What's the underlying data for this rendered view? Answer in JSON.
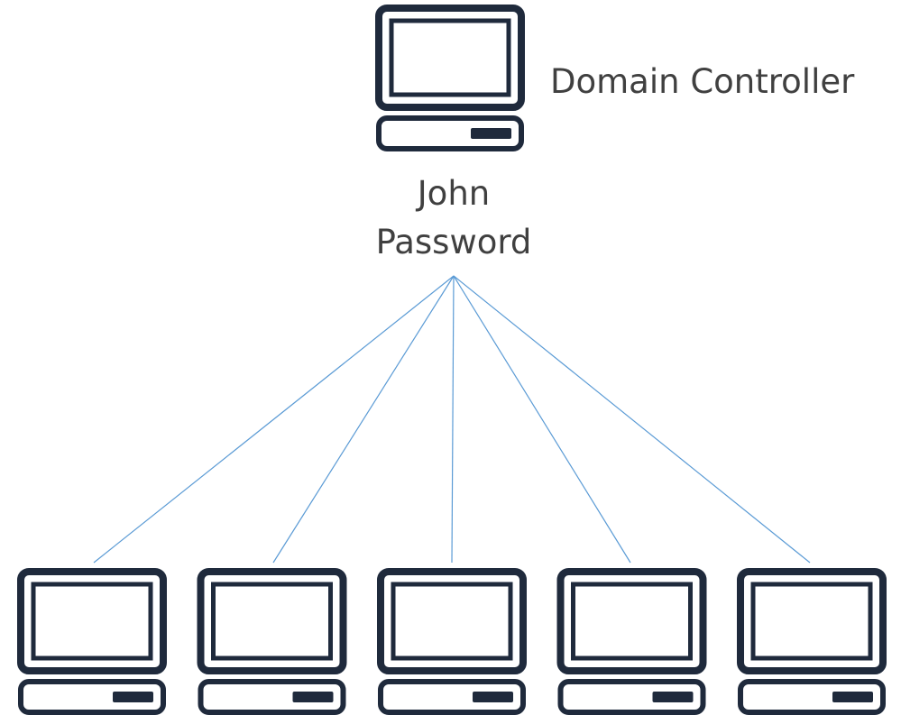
{
  "diagram": {
    "server_label": "Domain Controller",
    "credential": {
      "username": "John",
      "secret": "Password"
    },
    "client_count": 5,
    "colors": {
      "device": "#1f2a3c",
      "link": "#5b9bd5",
      "text": "#404040"
    },
    "icons": {
      "server": "computer-icon",
      "client": "computer-icon"
    }
  }
}
